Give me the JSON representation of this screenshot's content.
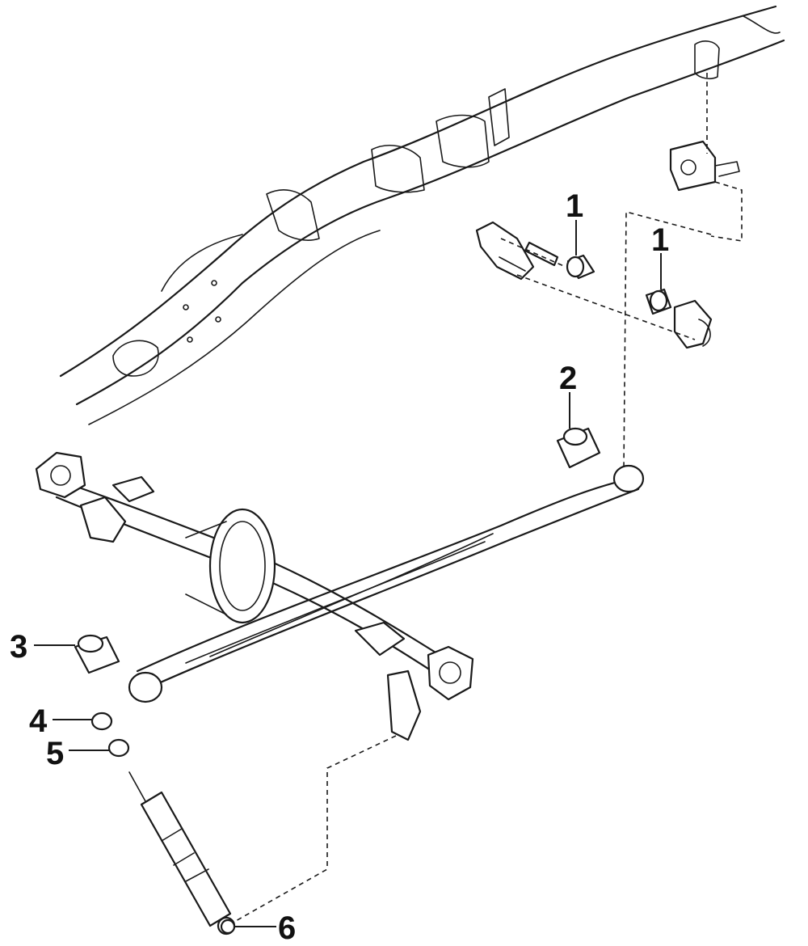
{
  "diagram": {
    "callouts": [
      {
        "id": "c1a",
        "label": "1"
      },
      {
        "id": "c1b",
        "label": "1"
      },
      {
        "id": "c2",
        "label": "2"
      },
      {
        "id": "c3",
        "label": "3"
      },
      {
        "id": "c4",
        "label": "4"
      },
      {
        "id": "c5",
        "label": "5"
      },
      {
        "id": "c6",
        "label": "6"
      }
    ],
    "line_color": "#1a1a1a",
    "background": "#ffffff"
  }
}
